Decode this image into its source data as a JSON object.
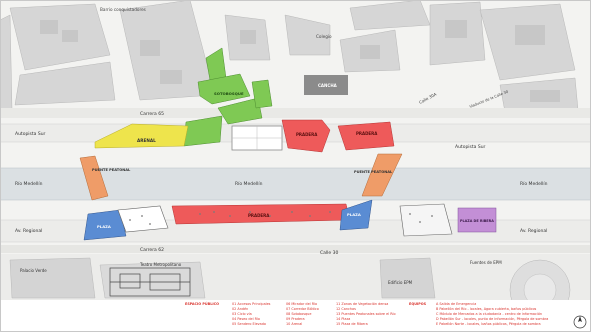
{
  "streets": {
    "carrera_65": "Carrera 65",
    "autopista_sur_left": "Autopista Sur",
    "autopista_sur_right": "Autopista Sur",
    "rio_medellin_left": "Río Medellín",
    "rio_medellin_center": "Río Medellín",
    "rio_medellin_right": "Río Medellín",
    "av_regional_left": "Av. Regional",
    "av_regional_right": "Av. Regional",
    "carrera_62": "Carrera 62",
    "calle_30": "Calle 30",
    "barrio_conquistadores": "Barrio conquistadores",
    "calle_30a": "Calle 30A",
    "colegio": "Colegio",
    "viaducto_label": "Viaducto de la Calle 30"
  },
  "zones": {
    "arenal": "ARENAL",
    "sotobosque": "SOTOBOSQUE",
    "cancha": "CANCHA",
    "pradera_1": "PRADERA",
    "pradera_2": "PRADERA",
    "puente_peatonal_1": "PUENTE PEATONAL",
    "puente_peatonal_2": "PUENTE PEATONAL",
    "pradera_main": "PRADERA",
    "plaza_left": "PLAZA",
    "plaza_right": "PLAZA",
    "plaza_de_ribera": "PLAZA DE RIBERA"
  },
  "buildings": {
    "palacio_verde": "Palacio Verde",
    "teatro_metropolitano": "Teatro Metropolitano",
    "edificio_epm": "Edificio EPM",
    "fuentes_epm": "Fuentes de EPM"
  },
  "legend": {
    "espacio_publico_title": "ESPACIO PÚBLICO",
    "col1": [
      "01 Accesos Principales",
      "02 Andén",
      "03 Ciclo vía",
      "04 Paseo del Río",
      "05 Sendero Elevado"
    ],
    "col2": [
      "06 Mirador del Río",
      "07 Corredor Biótico",
      "08 Sotobosque",
      "09 Pradera",
      "10 Arenal"
    ],
    "col3": [
      "11 Zonas de Vegetación densa",
      "12 Canchas",
      "13 Puentes Peatonales sobre el Río",
      "14 Plaza",
      "15 Plaza de Ribera"
    ],
    "equipos_title": "EQUIPOS",
    "equipos": [
      "A Salida de Emergencia",
      "B Pabellón del Río - locales, Agora cubierta, baños públicos",
      "C Módulo de Mercados a la ciudadanía - centro de información",
      "D Pabellón Sur - locales, punto de información, Pérgola de sombra",
      "E Pabellón Norte - locales, baños públicos, Pérgola de sombra"
    ]
  },
  "colors": {
    "yellow": "#eee44c",
    "green": "#7fc954",
    "red": "#ee5a5a",
    "orange": "#ef9c68",
    "blue": "#5a8cd3",
    "purple": "#c38fd6",
    "gray_block": "#8b8b8b",
    "river": "#dbe0e3"
  }
}
